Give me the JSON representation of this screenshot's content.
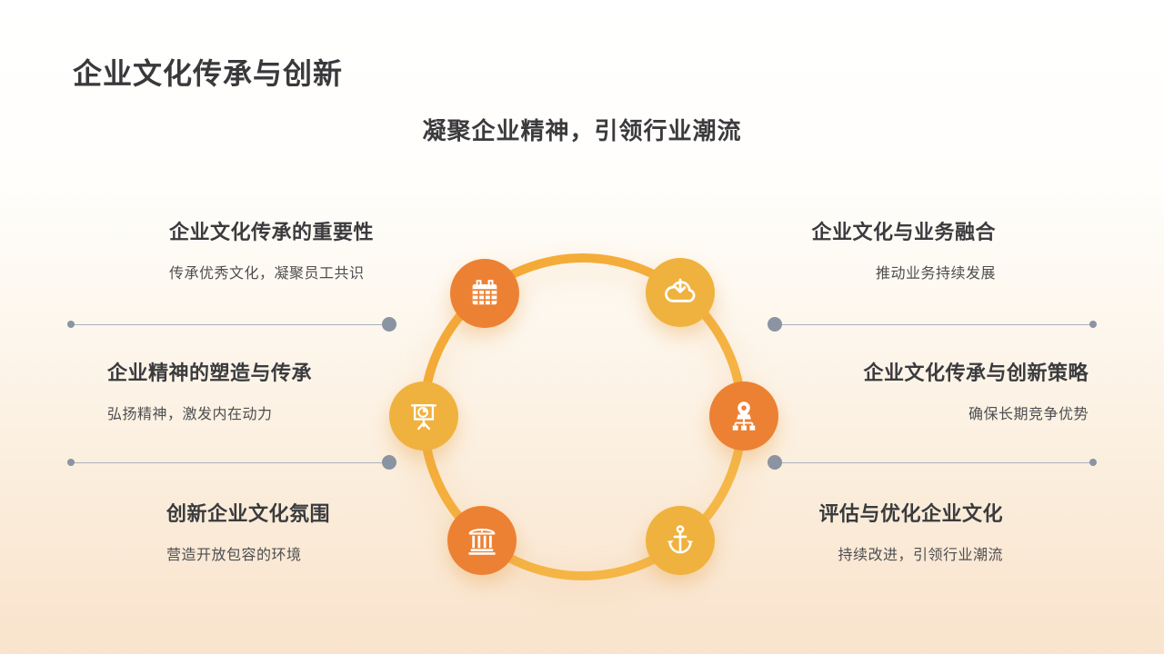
{
  "slide": {
    "title": "企业文化传承与创新",
    "subtitle": "凝聚企业精神，引领行业潮流"
  },
  "items": {
    "left": [
      {
        "heading": "企业文化传承的重要性",
        "description": "传承优秀文化，凝聚员工共识",
        "icon": "calendar-icon"
      },
      {
        "heading": "企业精神的塑造与传承",
        "description": "弘扬精神，激发内在动力",
        "icon": "presentation-chart-icon"
      },
      {
        "heading": "创新企业文化氛围",
        "description": "营造开放包容的环境",
        "icon": "bank-icon"
      }
    ],
    "right": [
      {
        "heading": "企业文化与业务融合",
        "description": "推动业务持续发展",
        "icon": "cloud-download-icon"
      },
      {
        "heading": "企业文化传承与创新策略",
        "description": "确保长期竞争优势",
        "icon": "location-network-icon"
      },
      {
        "heading": "评估与优化企业文化",
        "description": "持续改进，引领行业潮流",
        "icon": "anchor-icon"
      }
    ]
  },
  "colors": {
    "title_text": "#39393c",
    "body_text": "#4e4e51",
    "badge_orange": "#EC8133",
    "badge_gold": "#F0B23E",
    "ring_gradient_start": "#F4A733",
    "ring_gradient_end": "#F5BA4B",
    "connector_line": "#aab1bb",
    "connector_dot": "#8a94a3",
    "background_top": "#ffffff",
    "background_bottom": "#f9e3cc"
  }
}
